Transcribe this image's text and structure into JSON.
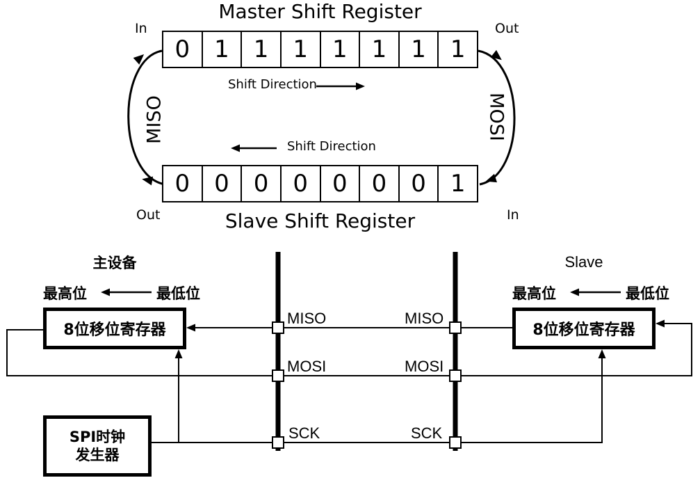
{
  "top_diagram": {
    "master_title": "Master Shift Register",
    "master_in_label": "In",
    "master_out_label": "Out",
    "master_bits": [
      "0",
      "1",
      "1",
      "1",
      "1",
      "1",
      "1",
      "1"
    ],
    "shift_direction_top": "Shift Direction",
    "shift_direction_bottom": "Shift Direction",
    "miso_loop_label": "MISO",
    "mosi_loop_label": "MOSI",
    "slave_bits": [
      "0",
      "0",
      "0",
      "0",
      "0",
      "0",
      "0",
      "1"
    ],
    "slave_out_label": "Out",
    "slave_in_label": "In",
    "slave_title": "Slave Shift Register"
  },
  "bottom_diagram": {
    "master_device_title": "主设备",
    "master_msb_label": "最高位",
    "master_lsb_label": "最低位",
    "master_register_label": "8位移位寄存器",
    "slave_device_title": "Slave",
    "slave_msb_label": "最高位",
    "slave_lsb_label": "最低位",
    "slave_register_label": "8位移位寄存器",
    "clock_box_line1": "SPI时钟",
    "clock_box_line2": "发生器",
    "miso_label_left": "MISO",
    "miso_label_right": "MISO",
    "mosi_label_left": "MOSI",
    "mosi_label_right": "MOSI",
    "sck_label_left": "SCK",
    "sck_label_right": "SCK"
  },
  "colors": {
    "line": "#000000",
    "background": "#ffffff"
  }
}
